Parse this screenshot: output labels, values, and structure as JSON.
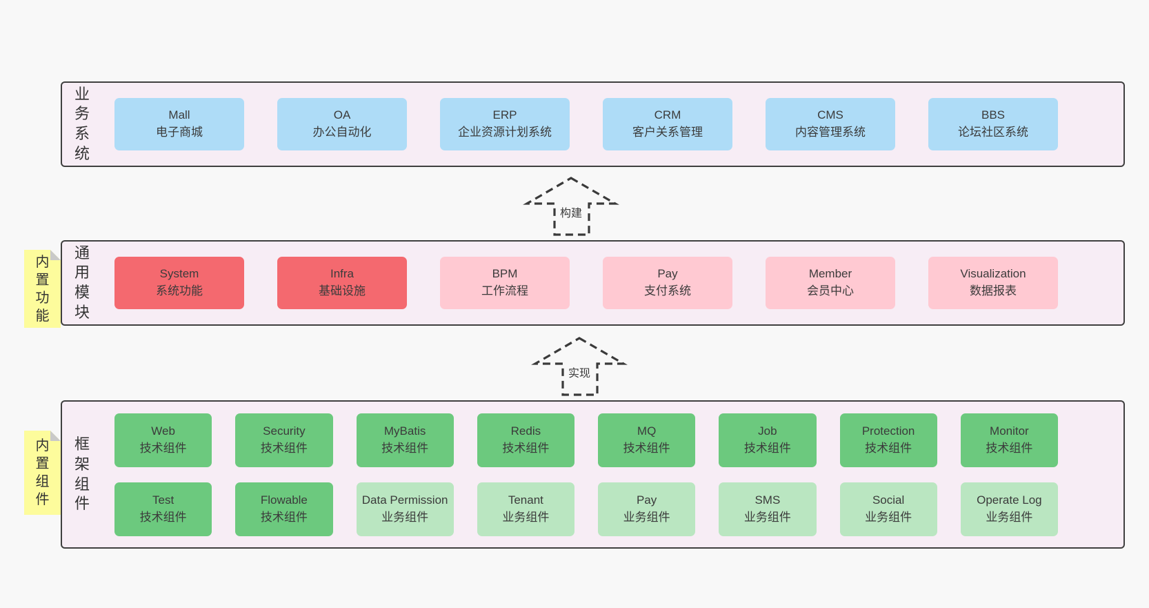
{
  "colors": {
    "page_bg": "#f8f8f8",
    "band_bg": "#f7edf5",
    "band_border": "#3f3f3f",
    "blue_box": "#aedcf7",
    "red_box": "#f4696f",
    "pink_box": "#ffc9d2",
    "green_box": "#6cc97e",
    "light_green_box": "#bae6c1",
    "sticky_yellow": "#fdfc9c",
    "sticky_fold_gray": "#c9c9c9",
    "text": "#3b3b3b"
  },
  "arrows": {
    "build": "构建",
    "implement": "实现"
  },
  "business_band": {
    "label": "业务系统",
    "boxes": [
      {
        "en": "Mall",
        "cn": "电子商城",
        "style": "blue"
      },
      {
        "en": "OA",
        "cn": "办公自动化",
        "style": "blue"
      },
      {
        "en": "ERP",
        "cn": "企业资源计划系统",
        "style": "blue"
      },
      {
        "en": "CRM",
        "cn": "客户关系管理",
        "style": "blue"
      },
      {
        "en": "CMS",
        "cn": "内容管理系统",
        "style": "blue"
      },
      {
        "en": "BBS",
        "cn": "论坛社区系统",
        "style": "blue"
      }
    ]
  },
  "module_band": {
    "label": "通用模块",
    "sticky": "内置功能",
    "boxes": [
      {
        "en": "System",
        "cn": "系统功能",
        "style": "red"
      },
      {
        "en": "Infra",
        "cn": "基础设施",
        "style": "red"
      },
      {
        "en": "BPM",
        "cn": "工作流程",
        "style": "pink"
      },
      {
        "en": "Pay",
        "cn": "支付系统",
        "style": "pink"
      },
      {
        "en": "Member",
        "cn": "会员中心",
        "style": "pink"
      },
      {
        "en": "Visualization",
        "cn": "数据报表",
        "style": "pink"
      }
    ]
  },
  "component_band": {
    "label": "框架组件",
    "sticky": "内置组件",
    "row1": [
      {
        "en": "Web",
        "cn": "技术组件",
        "style": "green"
      },
      {
        "en": "Security",
        "cn": "技术组件",
        "style": "green"
      },
      {
        "en": "MyBatis",
        "cn": "技术组件",
        "style": "green"
      },
      {
        "en": "Redis",
        "cn": "技术组件",
        "style": "green"
      },
      {
        "en": "MQ",
        "cn": "技术组件",
        "style": "green"
      },
      {
        "en": "Job",
        "cn": "技术组件",
        "style": "green"
      },
      {
        "en": "Protection",
        "cn": "技术组件",
        "style": "green"
      },
      {
        "en": "Monitor",
        "cn": "技术组件",
        "style": "green"
      }
    ],
    "row2": [
      {
        "en": "Test",
        "cn": "技术组件",
        "style": "green"
      },
      {
        "en": "Flowable",
        "cn": "技术组件",
        "style": "green"
      },
      {
        "en": "Data Permission",
        "cn": "业务组件",
        "style": "light-green"
      },
      {
        "en": "Tenant",
        "cn": "业务组件",
        "style": "light-green"
      },
      {
        "en": "Pay",
        "cn": "业务组件",
        "style": "light-green"
      },
      {
        "en": "SMS",
        "cn": "业务组件",
        "style": "light-green"
      },
      {
        "en": "Social",
        "cn": "业务组件",
        "style": "light-green"
      },
      {
        "en": "Operate Log",
        "cn": "业务组件",
        "style": "light-green"
      }
    ]
  }
}
